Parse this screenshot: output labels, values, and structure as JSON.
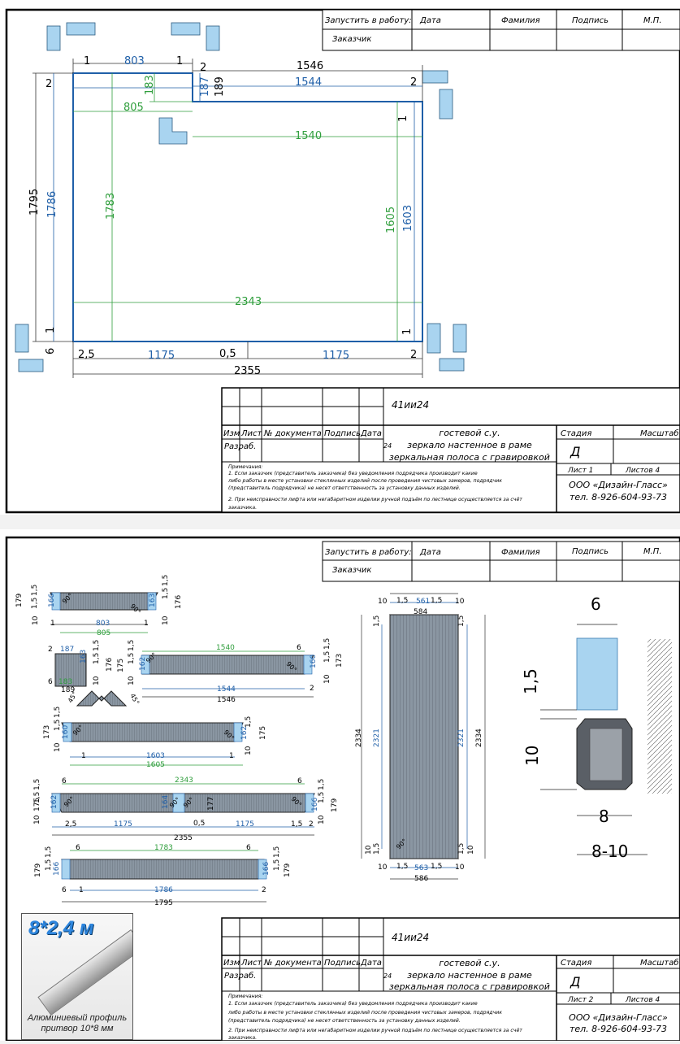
{
  "colors": {
    "blue": "#1f5fa8",
    "green": "#2f9e3c",
    "glass": "#a9d4f0",
    "frame": "#1a1a1a",
    "profile": "#7f8a96"
  },
  "stamp_top": {
    "start_label": "Запустить в работу:",
    "customer_label": "Заказчик",
    "date_label": "Дата",
    "surname_label": "Фамилия",
    "signature_label": "Подпись",
    "mp_label": "М.П."
  },
  "title_block": {
    "code": "41ии24",
    "col_izm": "Изм",
    "col_list": "Лист",
    "col_doc": "№ документа",
    "col_sign": "Подпись",
    "col_date": "Дата",
    "razrab": "Разраб.",
    "num24": "24",
    "line1": "гостевой с.у.",
    "line2": "зеркало настенное в раме",
    "line3": "зеркальная полоса с гравировкой",
    "stage_label": "Стадия",
    "scale_label": "Масштаб",
    "stage": "Д",
    "notes_title": "Примечания:",
    "note1": "1. Если заказчик (представитель заказчика) без уведомления подрядчика производит какие",
    "note2": "либо работы в месте установки стеклянных изделий после проведения чистовых замеров, подрядчик",
    "note3": "(представитель подрядчика) не несет ответственность за установку данных изделий.",
    "note4": "2. При неисправности лифта или негабаритном изделии ручной подъём по лестнице осуществляется за счёт",
    "note5": "заказчика.",
    "company": "ООО «Дизайн-Гласс»",
    "phone": "тел. 8-926-604-93-73",
    "sheets_total": "Листов 4",
    "sheet1": "Лист 1",
    "sheet2": "Лист 2"
  },
  "sheet1_dims": {
    "d1a": "1",
    "d803": "803",
    "d1b": "1",
    "d2a": "2",
    "d1546": "1546",
    "d2left": "2",
    "d183": "183",
    "d187": "187",
    "d189": "189",
    "d1544": "1544",
    "d2right": "2",
    "d805": "805",
    "d1right": "1",
    "d1540": "1540",
    "d1795": "1795",
    "d1786": "1786",
    "d1783": "1783",
    "d1605": "1605",
    "d1603": "1603",
    "d2343": "2343",
    "d1bl": "1",
    "d6": "6",
    "d1br": "1",
    "d25": "2,5",
    "d1175a": "1175",
    "d05": "0,5",
    "d1175b": "1175",
    "d2b": "2",
    "d2355": "2355"
  },
  "sheet2_parts": {
    "p1": {
      "l15a": "1,5",
      "l179": "179",
      "l15b": "1,5",
      "l166": "166",
      "l10": "10",
      "a90a": "90°",
      "a90b": "90°",
      "r15a": "1,5",
      "r163": "163",
      "r176": "176",
      "r15b": "1,5",
      "r10": "10",
      "d1a": "1",
      "d803": "803",
      "d1b": "1",
      "d805": "805"
    },
    "p2": {
      "l2": "2",
      "l187": "187",
      "l183": "183",
      "l6": "6",
      "l189": "189",
      "l15a": "1,5",
      "l15b": "1,5",
      "l163": "163",
      "l176": "176",
      "l10": "10",
      "m15a": "1,5",
      "m15b": "1,5",
      "m175": "175",
      "m162": "162",
      "m10": "10",
      "a90a": "90°",
      "d1540": "1540",
      "r6": "6",
      "a90b": "90°",
      "r15a": "1,5",
      "r160": "160",
      "r173": "173",
      "r15b": "1,5",
      "r10": "10",
      "d1544": "1544",
      "d2": "2",
      "d1546": "1546",
      "a45a": "45°",
      "a45b": "45°"
    },
    "p3": {
      "l15a": "1,5",
      "l173": "173",
      "l160": "160",
      "l10": "10",
      "l15b": "1,5",
      "a90a": "90°",
      "a90b": "90°",
      "r162": "162",
      "r175": "175",
      "r15": "1,5",
      "r10": "10",
      "d1a": "1",
      "d1603": "1603",
      "d1b": "1",
      "d1605": "1605"
    },
    "p4": {
      "l6": "6",
      "l15a": "1,5",
      "l175": "175",
      "l15b": "1,5",
      "l162": "162",
      "l10": "10",
      "a90a": "90°",
      "d2343": "2343",
      "m164": "164",
      "a90b": "90°",
      "m90c": "90°",
      "m177": "177",
      "r6": "6",
      "a90d": "90°",
      "r15a": "1,5",
      "r166": "166",
      "r179": "179",
      "r15b": "1,5",
      "r10": "10",
      "d25": "2,5",
      "d1175a": "1175",
      "d05": "0,5",
      "d1175b": "1175",
      "d15": "1,5",
      "d2": "2",
      "d2355": "2355"
    },
    "p5": {
      "l15a": "1,5",
      "l179": "179",
      "l15b": "1,5",
      "l166": "166",
      "l6": "6",
      "d1783": "1783",
      "r6": "6",
      "r15a": "1,5",
      "r166": "166",
      "r179": "179",
      "r15b": "1,5",
      "d1": "1",
      "d1786": "1786",
      "d2": "2",
      "d1795": "1795",
      "l6b": "6"
    },
    "panel": {
      "d584": "584",
      "d10a": "10",
      "d15a": "1,5",
      "d561": "561",
      "d15b": "1,5",
      "d10b": "10",
      "d2334a": "2334",
      "d2321a": "2321",
      "d2321b": "2321",
      "d2334b": "2334",
      "d15l": "1,5",
      "d15r": "1,5",
      "d10l": "10",
      "d15l2": "1,5",
      "d10r": "10",
      "d15r2": "1,5",
      "a90": "90°",
      "d10c": "10",
      "d15c": "1,5",
      "d563": "563",
      "d15d": "1,5",
      "d10d": "10",
      "d586": "586"
    },
    "section": {
      "d6": "6",
      "d15": "1,5",
      "d10": "10",
      "d8": "8",
      "d810": "8-10"
    }
  },
  "logo": {
    "title": "8*2,4 м",
    "caption1": "Алюминиевый профиль",
    "caption2": "притвор 10*8 мм"
  }
}
